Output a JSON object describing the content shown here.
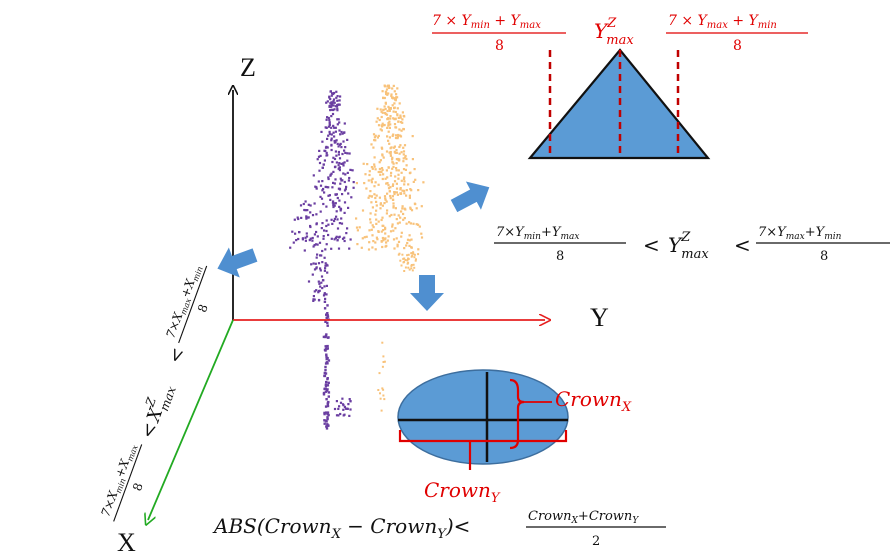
{
  "colors": {
    "z_axis": "#111111",
    "y_axis": "#e62020",
    "x_axis": "#22aa22",
    "tree_left": "#6a3ea1",
    "tree_right": "#f8c27a",
    "shape_fill": "#5b9bd5",
    "red_text": "#e00000",
    "arrow_fill": "#4f8fd0"
  },
  "axes": {
    "z": "Z",
    "y": "Y",
    "x": "X"
  },
  "triangle_panel": {
    "peak_label": "Y",
    "peak_sup": "Z",
    "peak_sub": "max",
    "left_num_a": "7 × Y",
    "left_num_sub_a": "min",
    "left_num_b": " + Y",
    "left_num_sub_b": "max",
    "left_den": "8",
    "right_num_a": "7 × Y",
    "right_num_sub_a": "max",
    "right_num_b": " + Y",
    "right_num_sub_b": "min",
    "right_den": "8"
  },
  "y_condition": {
    "left_num_a": "7×Y",
    "left_num_sub_a": "min",
    "left_num_b": "+Y",
    "left_num_sub_b": "max",
    "left_den": "8",
    "lt1": "<",
    "mid": "Y",
    "mid_sup": "Z",
    "mid_sub": "max",
    "lt2": "<",
    "right_num_a": "7×Y",
    "right_num_sub_a": "max",
    "right_num_b": "+Y",
    "right_num_sub_b": "min",
    "right_den": "8"
  },
  "x_condition": {
    "top_num_a": "7×X",
    "top_num_sub_a": "max",
    "top_num_b": "+X",
    "top_num_sub_b": "min",
    "top_den": "8",
    "lt1": "<",
    "mid": "X",
    "mid_sup": "Z",
    "mid_sub": "max",
    "lt2": "<",
    "bot_num_a": "7×X",
    "bot_num_sub_a": "min",
    "bot_num_b": "+X",
    "bot_num_sub_b": "max",
    "bot_den": "8"
  },
  "crown": {
    "x_label": "Crown",
    "x_sub": "X",
    "y_label": "Crown",
    "y_sub": "Y"
  },
  "crown_condition": {
    "abs_a": "ABS(Crown",
    "sub_x": "X",
    "minus": " − Crown",
    "sub_y": "Y",
    "close_lt": ")<",
    "num_a": "Crown",
    "num_sub_x": "X",
    "num_plus": "+Crown",
    "num_sub_y": "Y",
    "den": "2"
  }
}
